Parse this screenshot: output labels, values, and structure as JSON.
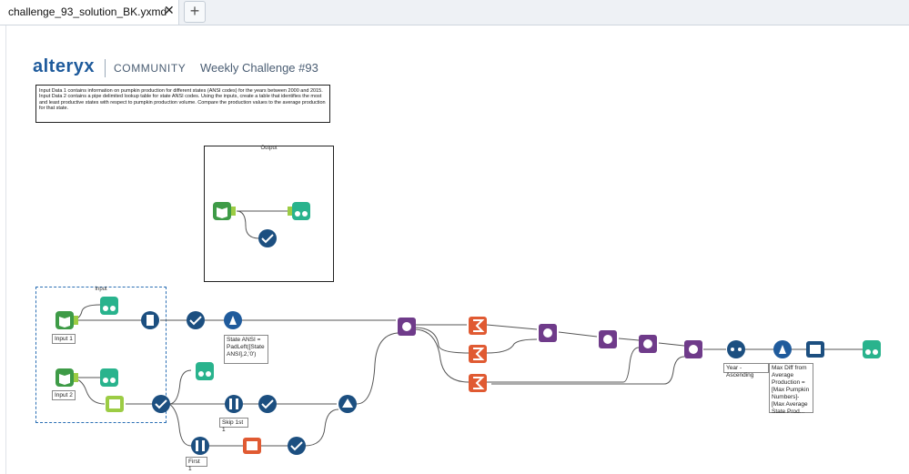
{
  "tabs": [
    {
      "title": "challenge_93_solution_BK.yxmd",
      "close": "✕"
    }
  ],
  "add_tab": "+",
  "brand": {
    "name": "alteryx",
    "community": "COMMUNITY",
    "challenge": "Weekly Challenge #93"
  },
  "comment": "Input Data 1 contains information on pumpkin production for different states (ANSI codes) for the years between 2000 and 2015. Input Data 2 contains a pipe delimited lookup table for state ANSI codes. Using the inputs, create a table that identifies the most and least productive states with respect to pumpkin production volume. Compare the production values to the average production for that state.",
  "containers": {
    "output_title": "Output",
    "input_title": "Input"
  },
  "labels": {
    "input1": "Input 1",
    "input2": "Input 2",
    "formula": "State ANSI = PadLeft([State ANSI],2,'0')",
    "skip": "Skip 1st 1",
    "first": "First 1",
    "sort": "Year - Ascending",
    "maxdiff": "Max Diff from Average Production = [Max Pumpkin Numbers]-[Max Average State Prod..."
  },
  "colors": {
    "input_tool": "#3e9b47",
    "browse_tool": "#29b38d",
    "select_tool": "#1c4f80",
    "join_tool": "#6f3b8a",
    "summarize_tool": "#e05a32",
    "formula_tool": "#1f5b9c",
    "connector": "#555555",
    "anchor": "#9ccc44"
  }
}
